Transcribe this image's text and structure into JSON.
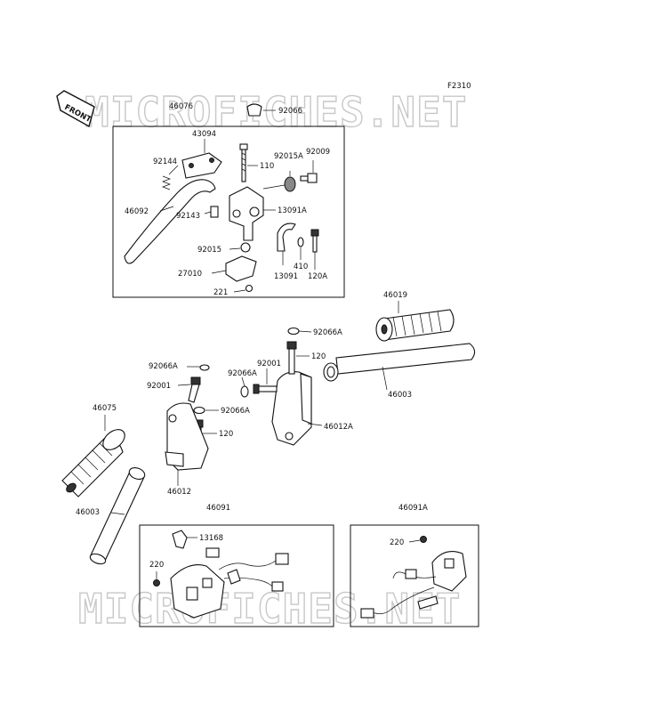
{
  "figure_code": "F2310",
  "front_label": "FRONT",
  "watermark_top": "MICROFICHES.NET",
  "watermark_bottom": "MICROFICHES.NET",
  "parts": {
    "p46076": "46076",
    "p92066_top": "92066",
    "p43094": "43094",
    "p110": "110",
    "p92015A": "92015A",
    "p92009": "92009",
    "p92144": "92144",
    "p46092": "46092",
    "p92143": "92143",
    "p13091A": "13091A",
    "p92015": "92015",
    "p410": "410",
    "p27010": "27010",
    "p13091": "13091",
    "p120A": "120A",
    "p221": "221",
    "p46019": "46019",
    "p92066A_r": "92066A",
    "p120_r": "120",
    "p92001_r": "92001",
    "p92066A_m": "92066A",
    "p46003_r": "46003",
    "p92066A_l": "92066A",
    "p92001_l": "92001",
    "p92066A_l2": "92066A",
    "p46012A": "46012A",
    "p46075": "46075",
    "p120_l": "120",
    "p46012": "46012",
    "p46003_l": "46003",
    "p46091": "46091",
    "p13168": "13168",
    "p220_l": "220",
    "p46091A": "46091A",
    "p220_r": "220"
  }
}
